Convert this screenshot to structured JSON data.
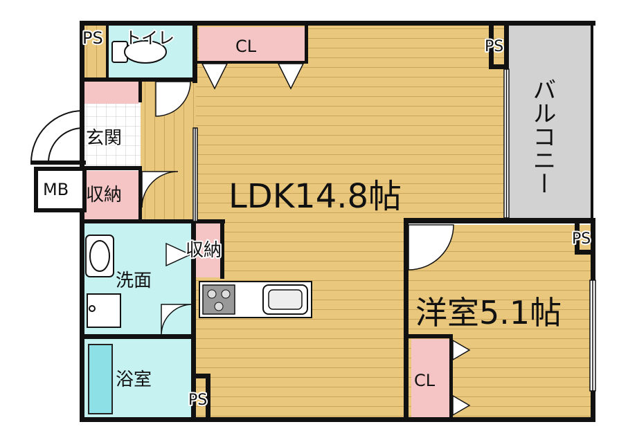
{
  "labels": {
    "ps_toilet": "PS",
    "toilet": "トイレ",
    "cl_ldk": "CL",
    "ps_top_right": "PS",
    "balcony": "バルコニー",
    "genkan": "玄関",
    "mb": "MB",
    "storage_left": "収納",
    "ldk": "LDK14.8帖",
    "storage_center": "収納",
    "ps_right": "PS",
    "washroom": "洗面",
    "western_room": "洋室5.1帖",
    "cl_western": "CL",
    "bathroom": "浴室",
    "ps_bottom": "PS"
  },
  "colors": {
    "wall": "#111111",
    "floor_wood": "#e9c77c",
    "floor_line": "#c9a45a",
    "wet_area": "#c6f2f2",
    "closet": "#f5c5c5",
    "balcony": "#d2d2d2",
    "bath_tub": "#8de0e6",
    "entrance": "#ffffff"
  }
}
